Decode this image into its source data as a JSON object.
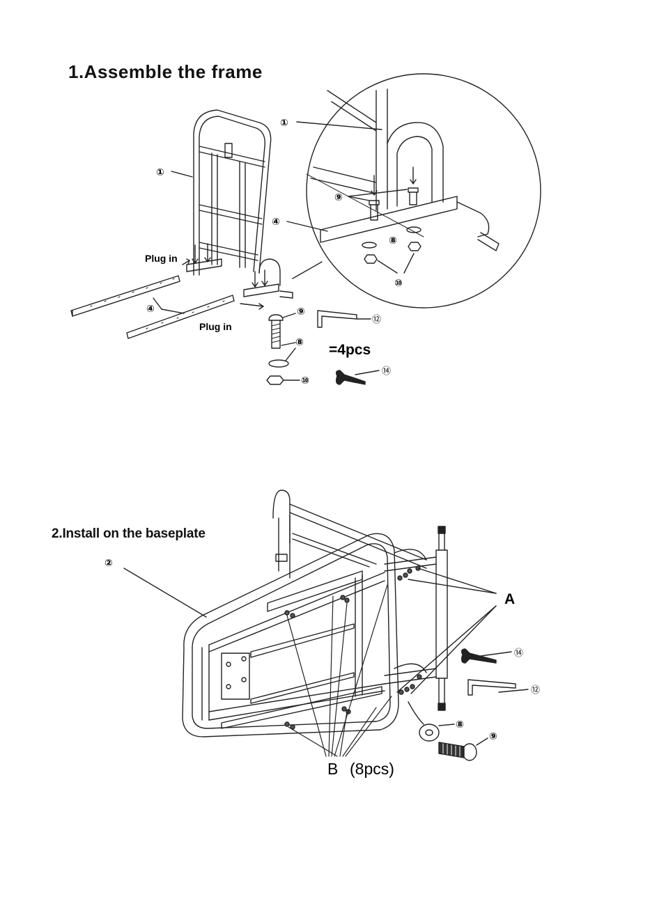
{
  "step1": {
    "title": "1.Assemble the frame",
    "labels": {
      "part1": "①",
      "part4": "④",
      "part8": "⑧",
      "part9": "⑨",
      "part10": "⑩",
      "part12": "⑫",
      "part14": "⑭"
    },
    "plug_in": "Plug in",
    "quantity": "=4pcs"
  },
  "step2": {
    "title": "2.Install on the baseplate",
    "labels": {
      "part2": "②",
      "part8": "⑧",
      "part9": "⑨",
      "part12": "⑫",
      "part14": "⑭"
    },
    "point_a": "A",
    "point_b": "B",
    "point_b_count": "(8pcs)"
  }
}
